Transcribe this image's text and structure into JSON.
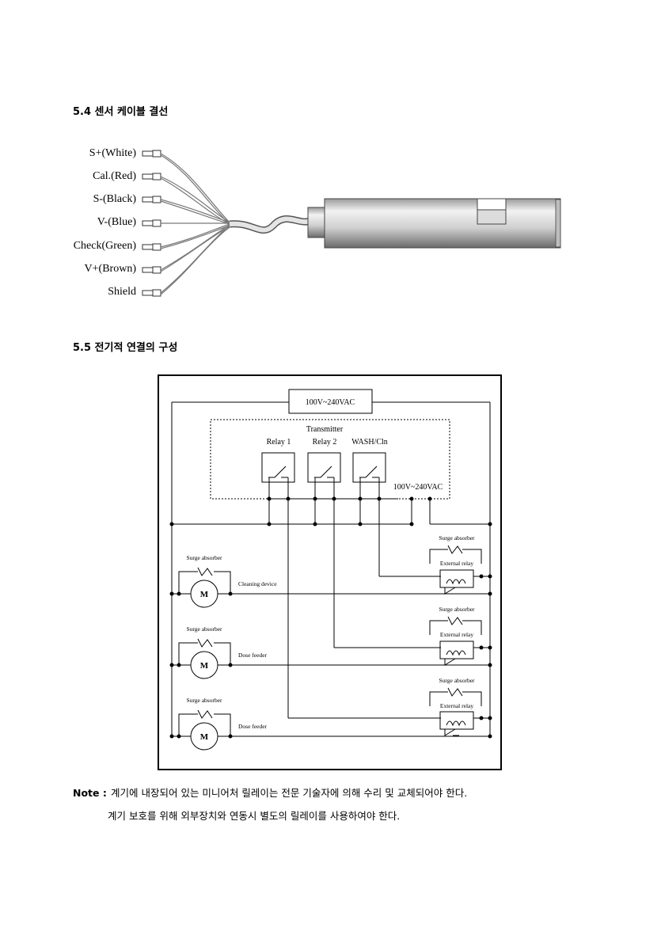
{
  "section_5_4": {
    "title": "5.4 센서 케이블 결선"
  },
  "cable": {
    "wires": [
      {
        "label": "S+(White)"
      },
      {
        "label": "Cal.(Red)"
      },
      {
        "label": "S-(Black)"
      },
      {
        "label": "V-(Blue)"
      },
      {
        "label": "Check(Green)"
      },
      {
        "label": "V+(Brown)"
      },
      {
        "label": "Shield"
      }
    ]
  },
  "section_5_5": {
    "title": "5.5 전기적 연결의 구성"
  },
  "diagram": {
    "power_supply": "100V~240VAC",
    "transmitter": "Transmitter",
    "relays": [
      "Relay 1",
      "Relay 2",
      "WASH/Cln"
    ],
    "transmitter_power": "100V~240VAC",
    "surge_absorber": "Surge absorber",
    "external_relay": "External relay",
    "motor_symbol": "M",
    "devices": [
      "Cleaning device",
      "Dose feeder",
      "Dose feeder"
    ]
  },
  "note": {
    "label": "Note :",
    "line1": "계기에 내장되어 있는 미니어처 릴레이는 전문 기술자에 의해 수리 및 교체되어야 한다.",
    "line2": "계기 보호를 위해 외부장치와 연동시 별도의 릴레이를 사용하여야 한다."
  }
}
